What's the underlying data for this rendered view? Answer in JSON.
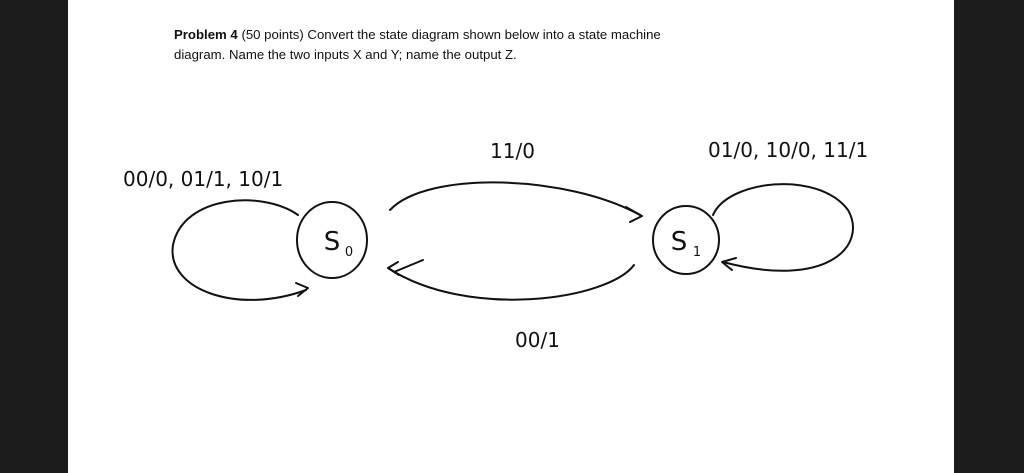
{
  "problem": {
    "number": "Problem 4",
    "points": "(50 points)",
    "line1": "Convert the state diagram shown below into a state machine",
    "line2": "diagram. Name the two inputs X and Y; name the output  Z."
  },
  "diagram": {
    "states": [
      {
        "name": "S",
        "subscript": "0"
      },
      {
        "name": "S",
        "subscript": "1"
      }
    ],
    "transitions": {
      "s0_self": "00/0, 01/1, 10/1",
      "s0_to_s1": "11/0",
      "s1_self": "01/0, 10/0, 11/1",
      "s1_to_s0": "00/1"
    }
  }
}
